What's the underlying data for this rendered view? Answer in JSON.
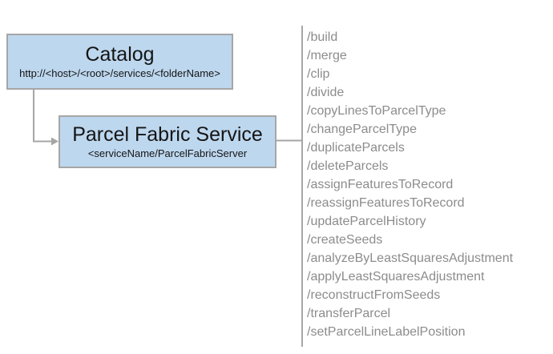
{
  "diagram": {
    "catalog": {
      "title": "Catalog",
      "subtitle": "http://<host>/<root>/services/<folderName>"
    },
    "service": {
      "title": "Parcel Fabric Service",
      "subtitle": "<serviceName/ParcelFabricServer"
    },
    "endpoints": [
      "/build",
      "/merge",
      "/clip",
      "/divide",
      "/copyLinesToParcelType",
      "/changeParcelType",
      "/duplicateParcels",
      "/deleteParcels",
      "/assignFeaturesToRecord",
      "/reassignFeaturesToRecord",
      "/updateParcelHistory",
      "/createSeeds",
      "/analyzeByLeastSquaresAdjustment",
      "/applyLeastSquaresAdjustment",
      "/reconstructFromSeeds",
      "/transferParcel",
      "/setParcelLineLabelPosition"
    ],
    "colors": {
      "box_fill": "#BDD7EE",
      "box_border": "#A6A6A6",
      "connector": "#A6A6A6",
      "endpoint_text": "#8C8C8C",
      "title_text": "#151515"
    }
  }
}
